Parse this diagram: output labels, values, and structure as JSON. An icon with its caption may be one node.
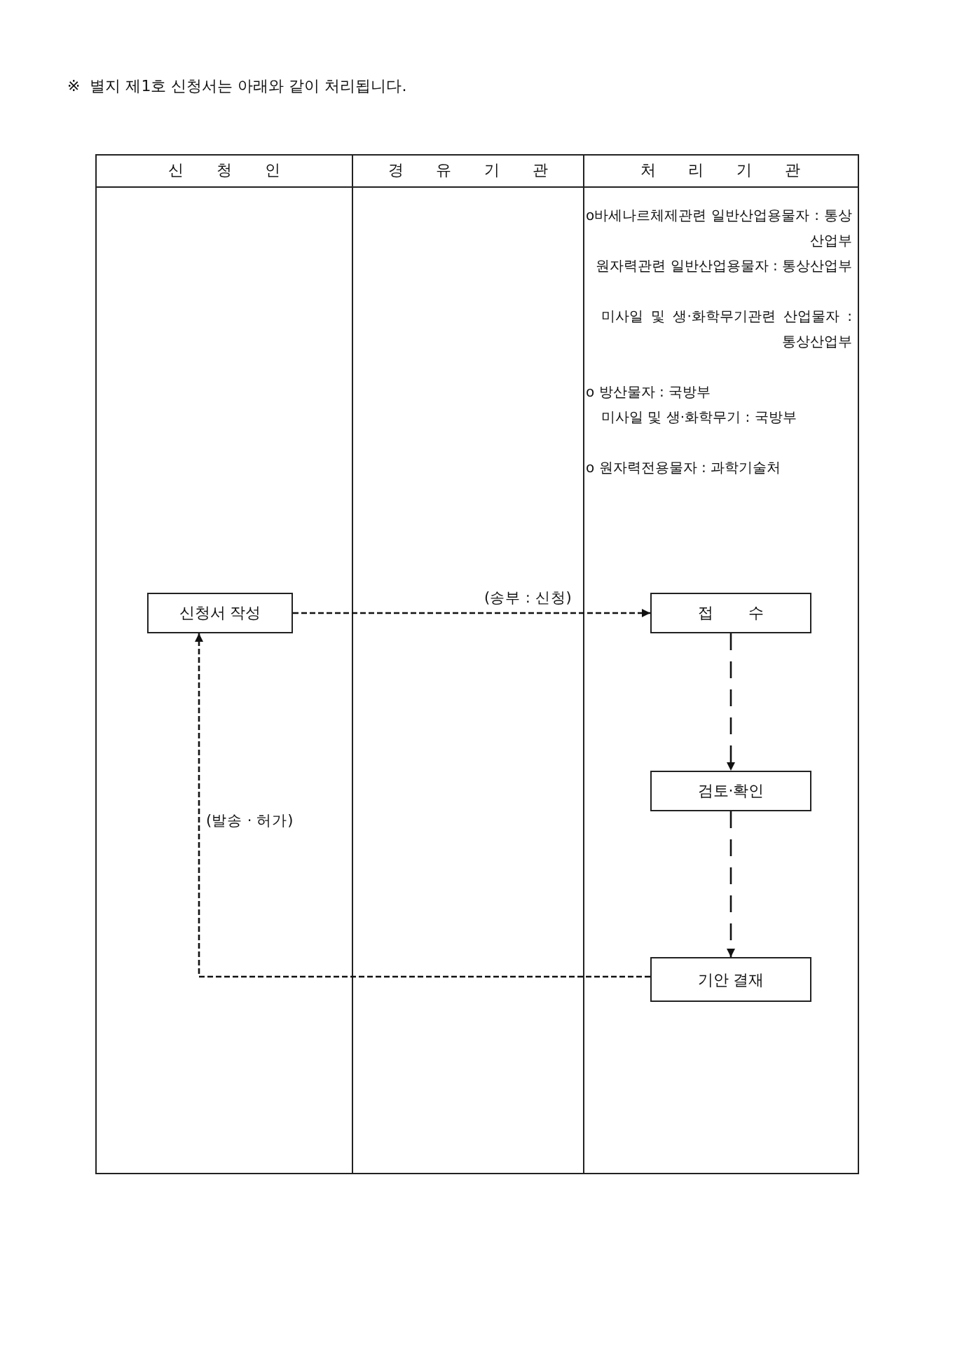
{
  "diagram": {
    "title": "※  별지 제1호 신청서는 아래와 같이 처리됩니다.",
    "nodes": [
      {
        "text": [
          "신청서 작성"
        ]
      },
      {
        "text": [
          "접 수"
        ]
      },
      {
        "text": [
          "검토·확인"
        ]
      },
      {
        "text": [
          "기안 결재"
        ]
      }
    ],
    "edges": [
      {
        "from": 0,
        "to": 1,
        "arrow": "to",
        "style": "dashed",
        "label": "(송부 : 신청)"
      },
      {
        "from": 1,
        "to": 2,
        "arrow": "to",
        "style": "dashed"
      },
      {
        "from": 2,
        "to": 3,
        "arrow": "to",
        "style": "dashed"
      },
      {
        "from": 3,
        "to": 0,
        "arrow": "to",
        "style": "dashed",
        "label": "(발송 · 허가)"
      }
    ],
    "labels": [
      "신 청 인",
      "경 유 기 관",
      "처 리 기 관",
      "o바세나르체제관련 일반산업용물자 : 통상산업부",
      "원자력관련 일반산업용물자 : 통상산업부",
      "미사일 및 생·화학무기관련 산업물자 : 통상산업부",
      "o 방산물자 : 국방부",
      "미사일 및 생·화학무기 : 국방부",
      "o 원자력전용물자 : 과학기술처"
    ]
  }
}
